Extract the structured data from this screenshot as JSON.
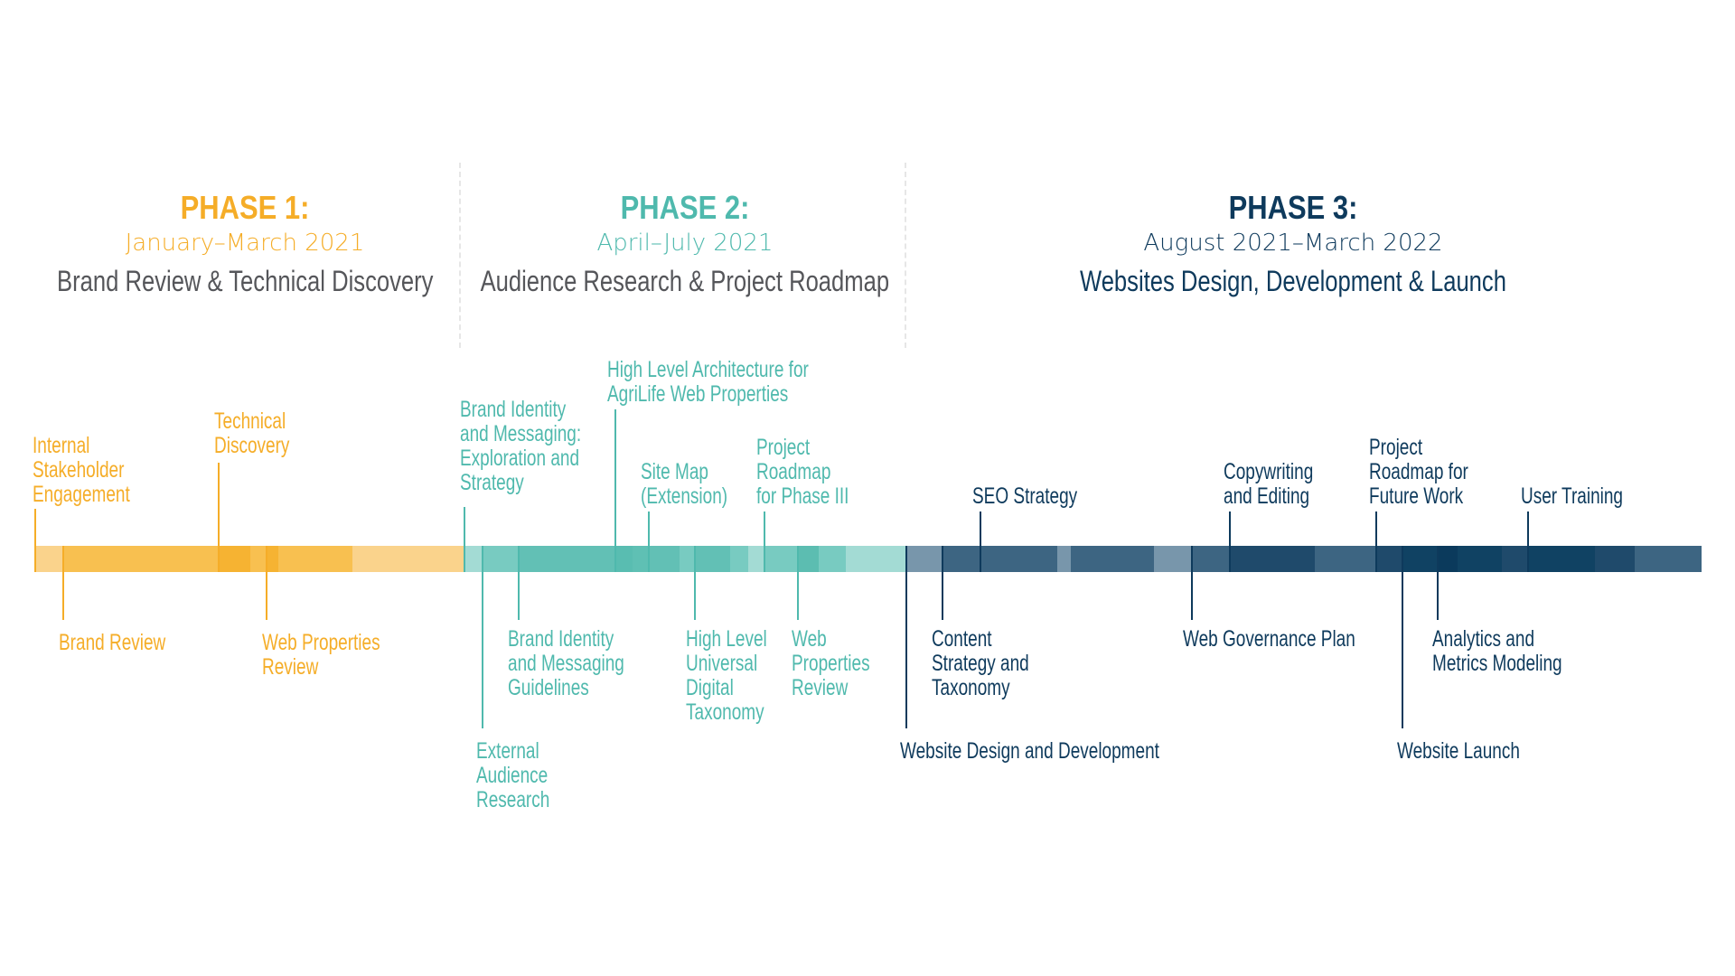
{
  "phases": [
    {
      "title": "PHASE 1",
      "colon": ":",
      "dates": "January–March 2021",
      "subtitle": "Brand Review & Technical Discovery",
      "color": "#f5ad28"
    },
    {
      "title": "PHASE 2",
      "colon": ":",
      "dates": "April–July 2021",
      "subtitle": "Audience Research & Project Roadmap",
      "color": "#4fb9ad"
    },
    {
      "title": "PHASE 3",
      "colon": ":",
      "dates": "August 2021–March 2022",
      "subtitle": "Websites Design, Development & Launch",
      "color": "#0e3a5c"
    }
  ],
  "colors": {
    "phase1": "#f5ad28",
    "phase2": "#4fb9ad",
    "phase3": "#0e3a5c",
    "subtitle_gray": "#55565a"
  },
  "milestones": {
    "phase1": {
      "internal_stakeholder": [
        "Internal",
        "Stakeholder",
        "Engagement"
      ],
      "technical_discovery": [
        "Technical",
        "Discovery"
      ],
      "brand_review": [
        "Brand Review"
      ],
      "web_properties_review": [
        "Web Properties",
        "Review"
      ]
    },
    "phase2": {
      "brand_identity_exploration": [
        "Brand Identity",
        "and Messaging:",
        "Exploration and",
        "Strategy"
      ],
      "high_level_architecture": [
        "High Level Architecture for",
        "AgriLife Web Properties"
      ],
      "site_map": [
        "Site Map",
        "(Extension)"
      ],
      "project_roadmap_phase3": [
        "Project",
        "Roadmap",
        "for Phase III"
      ],
      "external_audience_research": [
        "External",
        "Audience",
        "Research"
      ],
      "brand_identity_guidelines": [
        "Brand Identity",
        "and Messaging",
        "Guidelines"
      ],
      "universal_digital_taxonomy": [
        "High Level",
        "Universal",
        "Digital",
        "Taxonomy"
      ],
      "web_properties_review": [
        "Web",
        "Properties",
        "Review"
      ]
    },
    "phase3": {
      "seo_strategy": [
        "SEO Strategy"
      ],
      "copywriting": [
        "Copywriting",
        "and Editing"
      ],
      "project_roadmap_future": [
        "Project",
        "Roadmap for",
        "Future Work"
      ],
      "user_training": [
        "User Training"
      ],
      "website_design_development": [
        "Website Design and Development"
      ],
      "content_strategy": [
        "Content",
        "Strategy and",
        "Taxonomy"
      ],
      "web_governance": [
        "Web Governance Plan"
      ],
      "website_launch": [
        "Website Launch"
      ],
      "analytics": [
        "Analytics and",
        "Metrics Modeling"
      ]
    }
  }
}
